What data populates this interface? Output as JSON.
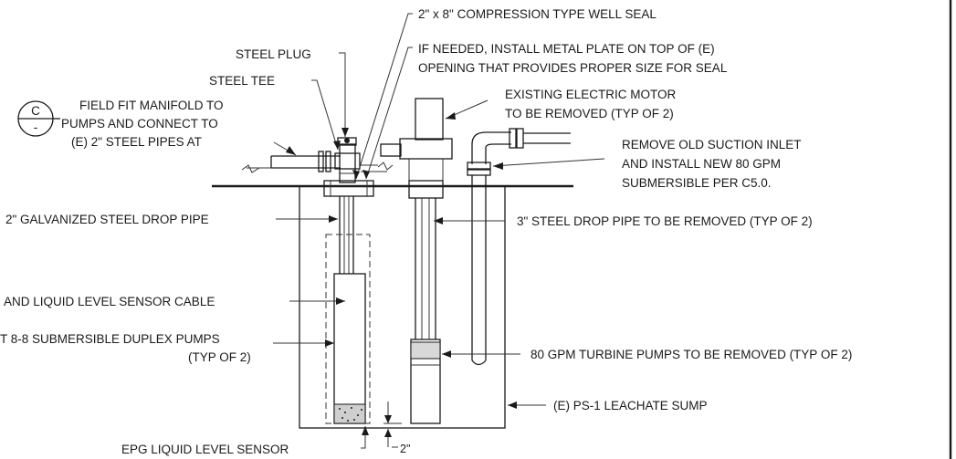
{
  "labels": {
    "well_seal": "2\" x 8\" COMPRESSION TYPE WELL SEAL",
    "steel_plug": "STEEL PLUG",
    "steel_tee": "STEEL TEE",
    "metal_plate_line1": "IF NEEDED, INSTALL METAL PLATE ON TOP OF (E)",
    "metal_plate_line2": "OPENING THAT PROVIDES PROPER SIZE FOR SEAL",
    "motor_line1": "EXISTING ELECTRIC MOTOR",
    "motor_line2": "TO BE REMOVED (TYP OF 2)",
    "manifold_line1": "FIELD FIT MANIFOLD TO",
    "manifold_line2": "PUMPS AND CONNECT TO",
    "manifold_line3": "(E) 2\" STEEL PIPES AT",
    "suction_line1": "REMOVE OLD SUCTION INLET",
    "suction_line2": "AND INSTALL NEW 80 GPM",
    "suction_line3": "SUBMERSIBLE PER C5.0.",
    "galv_pipe": "2\" GALVANIZED STEEL DROP PIPE",
    "steel_drop_pipe": "3\" STEEL DROP PIPE TO BE REMOVED (TYP OF 2)",
    "sensor_cable": "AND LIQUID LEVEL SENSOR CABLE",
    "duplex_line1": "T 8-8 SUBMERSIBLE DUPLEX PUMPS",
    "duplex_line2": "(TYP OF 2)",
    "turbine": "80 GPM TURBINE PUMPS TO BE REMOVED (TYP OF 2)",
    "sump": "(E) PS-1 LEACHATE SUMP",
    "epg_sensor": "EPG LIQUID LEVEL SENSOR",
    "dim_2in": "2\""
  },
  "callout": {
    "top": "C",
    "bottom": "-"
  }
}
